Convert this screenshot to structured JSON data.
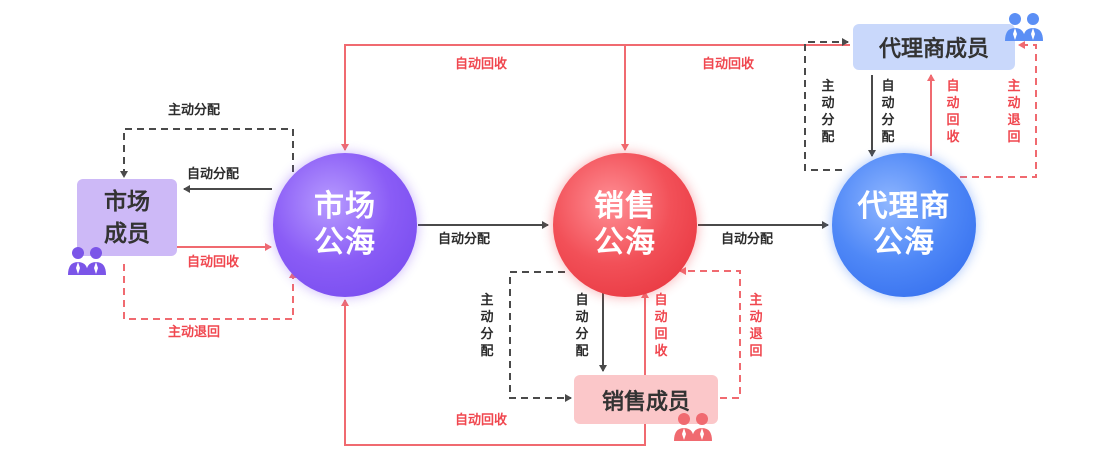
{
  "nodes": {
    "market_pool": "市场公海",
    "sales_pool": "销售公海",
    "agent_pool": "代理商公海",
    "market_member": "市场成员",
    "sales_member": "销售成员",
    "agent_member": "代理商成员"
  },
  "labels": {
    "auto_assign": "自动分配",
    "auto_reclaim": "自动回收",
    "manual_assign": "主动分配",
    "manual_return": "主动退回"
  },
  "colors": {
    "market": "#8a5cf6",
    "sales": "#f0474f",
    "agent": "#3f7ef5",
    "arrow_dark": "#4a4a4a",
    "arrow_red": "#f06a70"
  },
  "icons": [
    "people-icon-market",
    "people-icon-sales",
    "people-icon-agent"
  ]
}
